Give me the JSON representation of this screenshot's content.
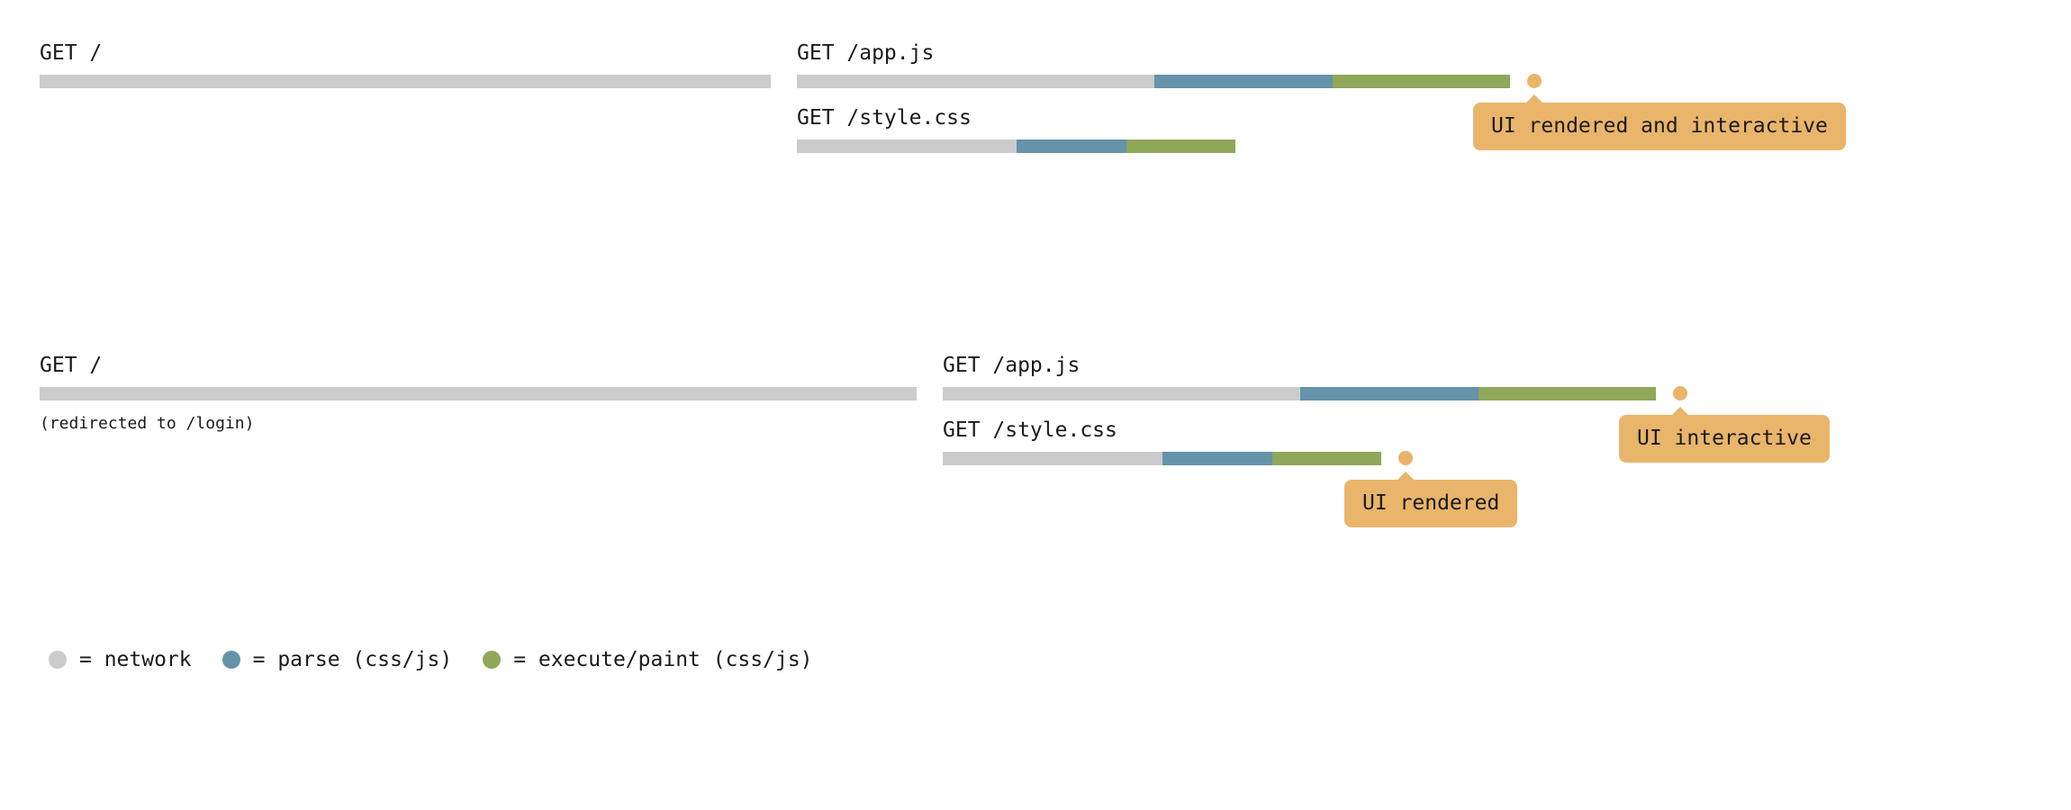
{
  "colors": {
    "network": "#cbcbcb",
    "parse": "#6493aa",
    "execute": "#8fa85a",
    "callout": "#e9b56a"
  },
  "scenarios": [
    {
      "requests": [
        {
          "label": "GET /",
          "segments": [
            {
              "phase": "network",
              "start": 0,
              "end": 812
            }
          ]
        },
        {
          "label": "GET /app.js",
          "segments": [
            {
              "phase": "network",
              "start": 841,
              "end": 1238
            },
            {
              "phase": "parse",
              "start": 1238,
              "end": 1436
            },
            {
              "phase": "execute",
              "start": 1436,
              "end": 1633
            }
          ]
        },
        {
          "label": "GET /style.css",
          "segments": [
            {
              "phase": "network",
              "start": 841,
              "end": 1085
            },
            {
              "phase": "parse",
              "start": 1085,
              "end": 1207
            },
            {
              "phase": "execute",
              "start": 1207,
              "end": 1328
            }
          ]
        }
      ],
      "notes": [],
      "markers": [
        {
          "request": 1,
          "at": 1660,
          "label": "UI rendered and interactive"
        }
      ]
    },
    {
      "requests": [
        {
          "label": "GET /",
          "segments": [
            {
              "phase": "network",
              "start": 0,
              "end": 974
            }
          ]
        },
        {
          "label": "GET /app.js",
          "segments": [
            {
              "phase": "network",
              "start": 1003,
              "end": 1400
            },
            {
              "phase": "parse",
              "start": 1400,
              "end": 1598
            },
            {
              "phase": "execute",
              "start": 1598,
              "end": 1795
            }
          ]
        },
        {
          "label": "GET /style.css",
          "segments": [
            {
              "phase": "network",
              "start": 1003,
              "end": 1247
            },
            {
              "phase": "parse",
              "start": 1247,
              "end": 1369
            },
            {
              "phase": "execute",
              "start": 1369,
              "end": 1490
            }
          ]
        }
      ],
      "notes": [
        {
          "request": 0,
          "text": "(redirected to /login)"
        }
      ],
      "markers": [
        {
          "request": 1,
          "at": 1822,
          "label": "UI interactive"
        },
        {
          "request": 2,
          "at": 1517,
          "label": "UI rendered"
        }
      ]
    }
  ],
  "legend": [
    {
      "phase": "network",
      "label": "= network"
    },
    {
      "phase": "parse",
      "label": "= parse (css/js)"
    },
    {
      "phase": "execute",
      "label": "= execute/paint (css/js)"
    }
  ]
}
